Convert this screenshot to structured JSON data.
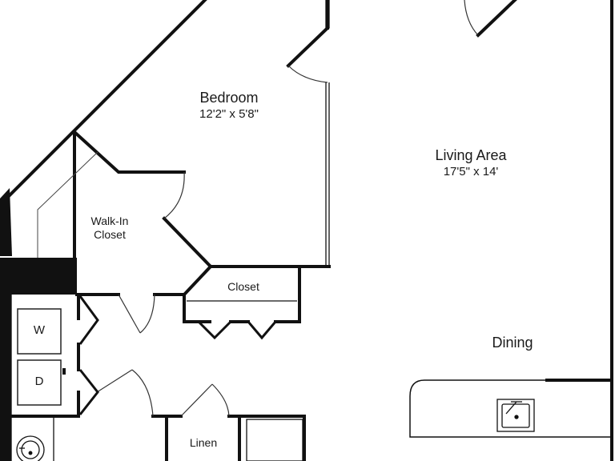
{
  "rooms": {
    "bedroom": {
      "name": "Bedroom",
      "size": "12'2\" x 5'8\""
    },
    "living": {
      "name": "Living Area",
      "size": "17'5\" x 14'"
    },
    "walkin": {
      "line1": "Walk-In",
      "line2": "Closet"
    },
    "closet": {
      "name": "Closet"
    },
    "dining": {
      "name": "Dining"
    },
    "linen": {
      "name": "Linen"
    }
  },
  "appliances": {
    "washer": "W",
    "dryer": "D"
  },
  "icons": [
    "kitchen-sink-icon",
    "bathroom-sink-icon"
  ],
  "colors": {
    "wall": "#111111",
    "line": "#333333",
    "background": "#ffffff"
  }
}
